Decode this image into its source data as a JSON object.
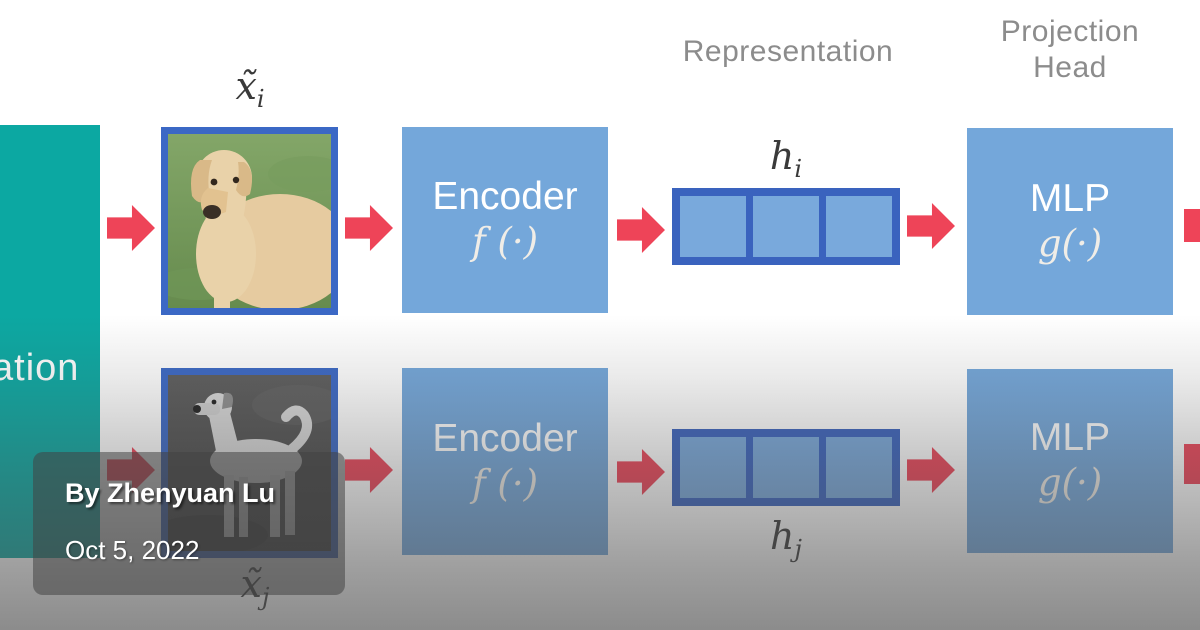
{
  "headers": {
    "representation": "Representation",
    "projection_line1": "Projection",
    "projection_line2": "Head"
  },
  "augmentation": {
    "visible_text": "ation"
  },
  "rows": {
    "top": {
      "input_label_base": "x̃",
      "input_label_sub": "i",
      "encoder_title": "Encoder",
      "encoder_fn": "f (·)",
      "rep_label_base": "h",
      "rep_label_sub": "i",
      "rep_cells": 3,
      "mlp_title": "MLP",
      "mlp_fn": "g(·)"
    },
    "bottom": {
      "input_label_base": "x̃",
      "input_label_sub": "j",
      "encoder_title": "Encoder",
      "encoder_fn": "f (·)",
      "rep_label_base": "h",
      "rep_label_sub": "j",
      "rep_cells": 3,
      "mlp_title": "MLP",
      "mlp_fn": "g(·)"
    }
  },
  "author_overlay": {
    "byline": "By Zhenyuan Lu",
    "date": "Oct 5, 2022"
  },
  "colors": {
    "teal": "#0CA8A2",
    "arrow_red": "#EE4458",
    "box_blue": "#74A7DA",
    "vector_border_blue": "#3A63BE",
    "vector_cell_blue": "#79A9DC",
    "image_border_blue": "#3B68C5",
    "column_label_gray": "#8C8C8C"
  }
}
